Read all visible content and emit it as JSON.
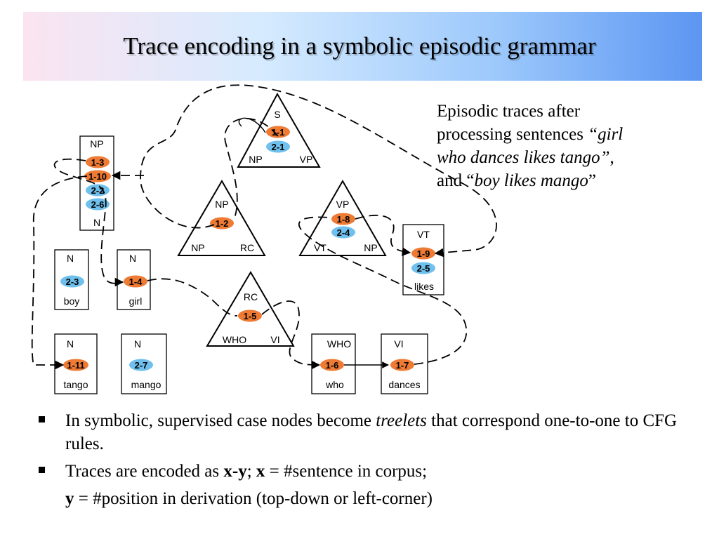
{
  "slide": {
    "title": "Trace encoding in a symbolic episodic grammar",
    "side_note": {
      "line1": "Episodic traces after",
      "line2_plain": "processing sentences ",
      "line2_italic": "“girl",
      "line3_italic": "who dances likes tango”",
      "line3_plain": ",",
      "line4_plain_a": "and “",
      "line4_italic": "boy likes mango",
      "line4_plain_b": "”"
    },
    "bullets": {
      "b1_a": "In symbolic, supervised case nodes become ",
      "b1_italic": "treelets",
      "b1_b": " that correspond one-to-one to CFG rules.",
      "b2_a": "Traces are encoded as ",
      "b2_bold1": "x-y",
      "b2_b": ";  ",
      "b2_bold2": "x",
      "b2_c": " = #sentence in corpus;",
      "b2_bold3": "y",
      "b2_d": " = #position in derivation (top-down or left-corner)"
    }
  },
  "diagram": {
    "colors": {
      "sentence1": "#ee7a33",
      "sentence2": "#6fc0ec"
    },
    "tri_s": {
      "top": "S",
      "left": "NP",
      "right": "VP",
      "t1": "1-1",
      "t2": "2-1"
    },
    "tri_np": {
      "top": "NP",
      "left": "NP",
      "right": "RC",
      "t1": "1-2"
    },
    "tri_vp": {
      "top": "VP",
      "left": "VT",
      "right": "NP",
      "t1": "1-8",
      "t2": "2-4"
    },
    "tri_rc": {
      "top": "RC",
      "left": "WHO",
      "right": "VI",
      "t1": "1-5"
    },
    "box_np": {
      "top": "NP",
      "bottom": "N",
      "t1": "1-3",
      "t2": "1-10",
      "t3": "2-2",
      "t4": "2-6"
    },
    "box_boy": {
      "top": "N",
      "word": "boy",
      "t1": "2-3"
    },
    "box_girl": {
      "top": "N",
      "word": "girl",
      "t1": "1-4"
    },
    "box_tango": {
      "top": "N",
      "word": "tango",
      "t1": "1-11"
    },
    "box_mango": {
      "top": "N",
      "word": "mango",
      "t1": "2-7"
    },
    "box_who": {
      "top": "WHO",
      "word": "who",
      "t1": "1-6"
    },
    "box_dances": {
      "top": "VI",
      "word": "dances",
      "t1": "1-7"
    },
    "box_likes": {
      "top": "VT",
      "word": "likes",
      "t1": "1-9",
      "t2": "2-5"
    }
  }
}
